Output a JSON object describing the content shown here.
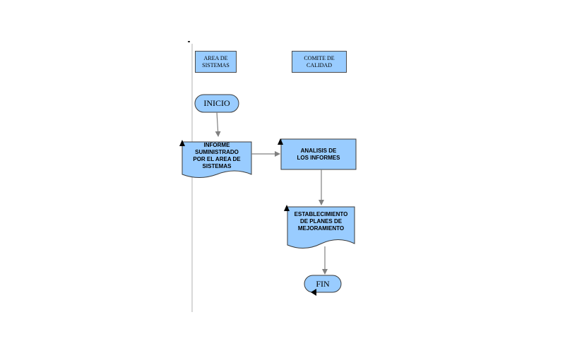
{
  "lanes": {
    "area_sistemas": "AREA DE\nSISTEMAS",
    "comite_calidad": "COMITE DE\nCALIDAD"
  },
  "nodes": {
    "inicio": "INICIO",
    "informe": "INFORME\nSUMINISTRADO\nPOR EL AREA DE\nSISTEMAS",
    "analisis": "ANALISIS DE\nLOS INFORMES",
    "establecimiento": "ESTABLECIMIENTO\nDE PLANES DE\nMEJORAMIENTO",
    "fin": "FIN"
  },
  "colors": {
    "shape_fill": "#99ccff",
    "shape_stroke": "#3a3a3a",
    "arrow": "#808080",
    "lane_line": "#b0b0b0"
  }
}
